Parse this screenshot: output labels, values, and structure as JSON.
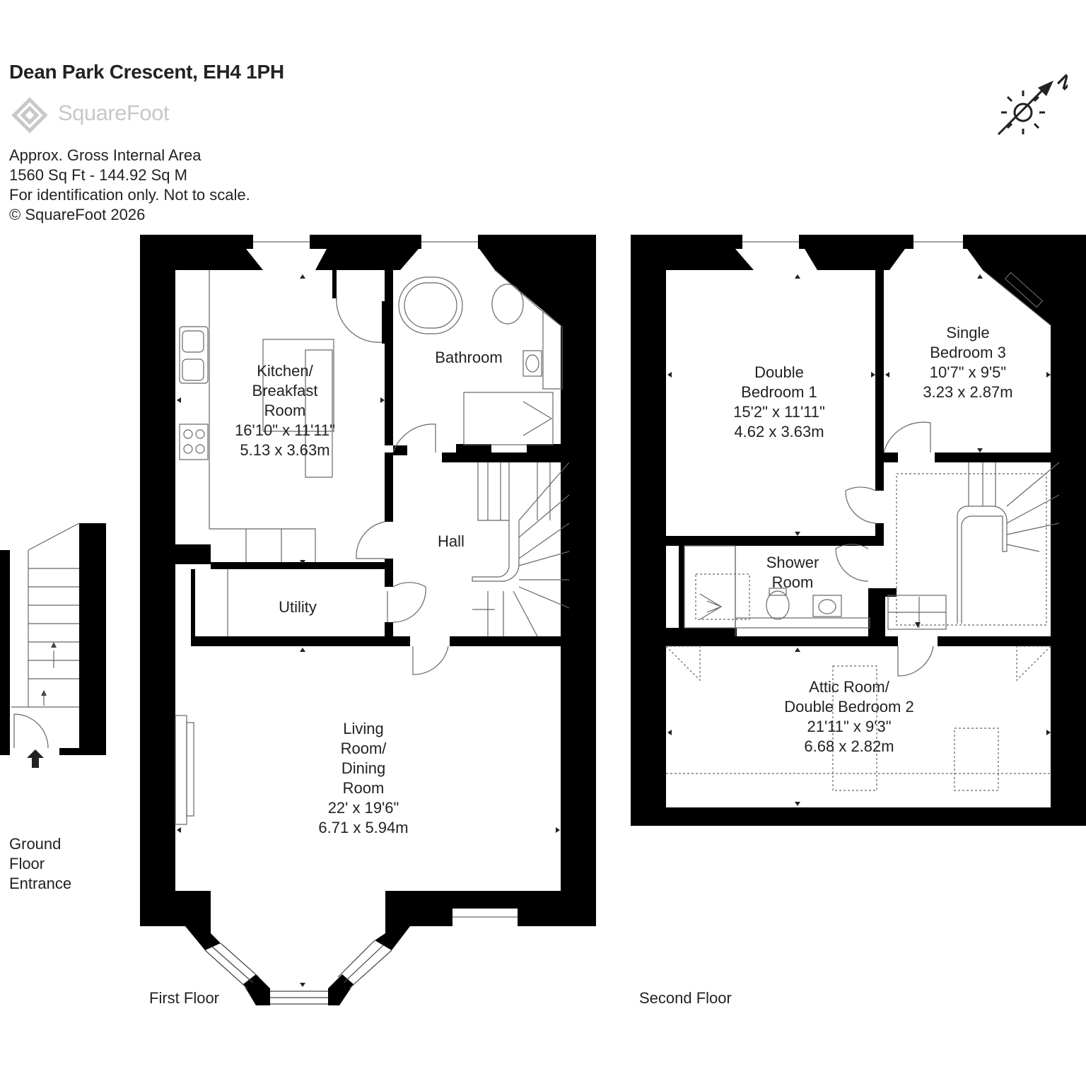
{
  "header": {
    "title": "Dean Park Crescent, EH4 1PH",
    "logo_text": "SquareFoot"
  },
  "info": {
    "line1": "Approx. Gross Internal Area",
    "line2": "1560 Sq Ft  -  144.92 Sq M",
    "line3": "For identification only. Not to scale.",
    "line4": "© SquareFoot 2026"
  },
  "compass": {
    "label": "N"
  },
  "floors": {
    "ground": {
      "label_lines": [
        "Ground",
        "Floor",
        "Entrance"
      ]
    },
    "first": {
      "label": "First Floor"
    },
    "second": {
      "label": "Second Floor"
    }
  },
  "rooms": {
    "kitchen": {
      "lines": [
        "Kitchen/",
        "Breakfast",
        "Room",
        "16'10\" x 11'11\"",
        "5.13 x 3.63m"
      ]
    },
    "bathroom": {
      "lines": [
        "Bathroom"
      ]
    },
    "hall": {
      "lines": [
        "Hall"
      ]
    },
    "utility": {
      "lines": [
        "Utility"
      ]
    },
    "living": {
      "lines": [
        "Living",
        "Room/",
        "Dining",
        "Room",
        "22' x 19'6\"",
        "6.71 x 5.94m"
      ]
    },
    "double1": {
      "lines": [
        "Double",
        "Bedroom 1",
        "15'2\" x 11'11\"",
        "4.62 x 3.63m"
      ]
    },
    "single3": {
      "lines": [
        "Single",
        "Bedroom 3",
        "10'7\" x 9'5\"",
        "3.23 x 2.87m"
      ]
    },
    "shower": {
      "lines": [
        "Shower",
        "Room"
      ]
    },
    "attic": {
      "lines": [
        "Attic Room/",
        "Double Bedroom 2",
        "21'11\" x 9'3\"",
        "6.68 x 2.82m"
      ]
    }
  },
  "colors": {
    "wall": "#000000",
    "text": "#222222",
    "logo": "#c8c8c8",
    "fixture": "#666666"
  }
}
